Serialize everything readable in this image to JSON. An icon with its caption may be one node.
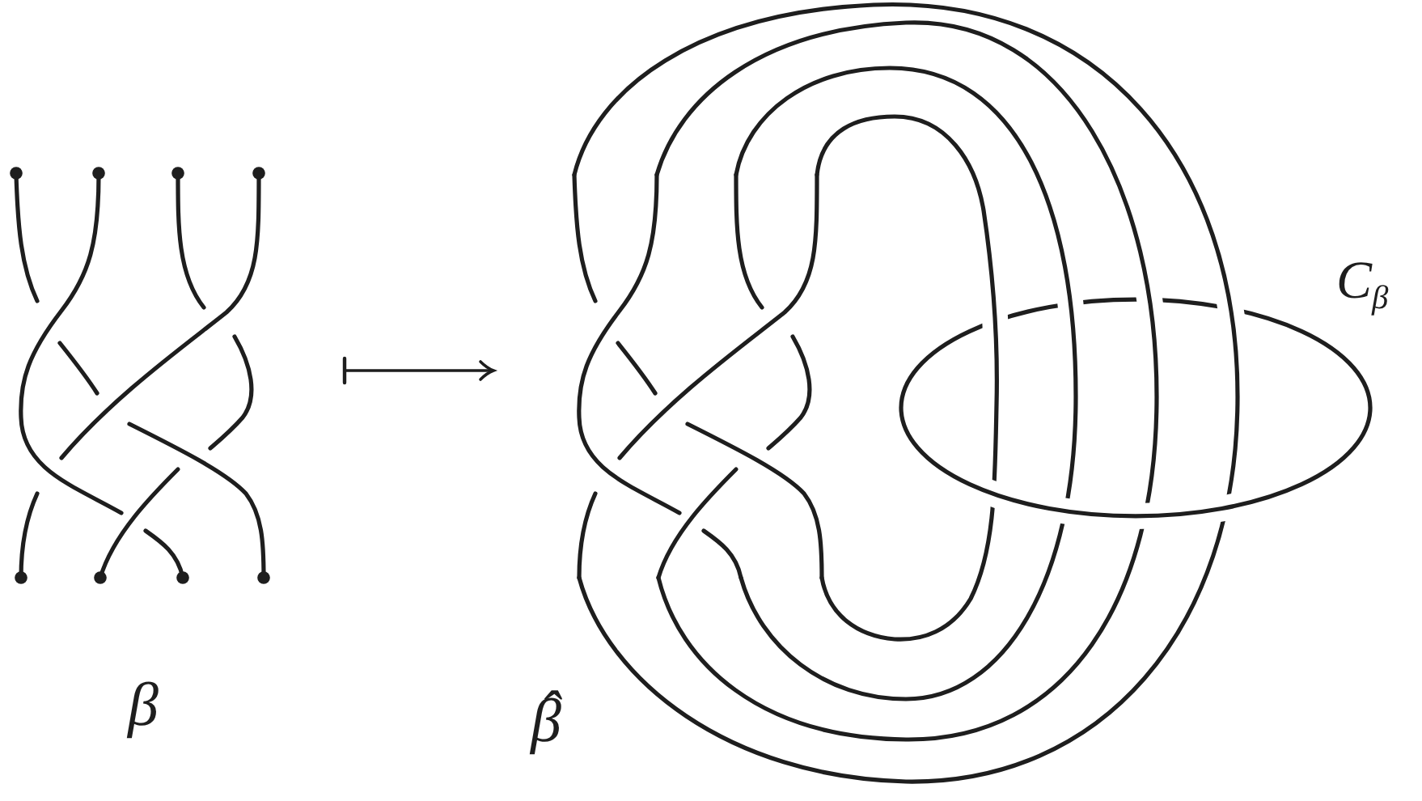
{
  "diagram": {
    "nodes": [
      {
        "text": [],
        "shape": "picture",
        "beside": [
          "β"
        ]
      },
      {
        "text": [],
        "shape": "picture",
        "beside": [
          "β̂"
        ]
      }
    ],
    "edges": [
      {
        "from": 0,
        "to": 1,
        "arrow": "to"
      }
    ],
    "labels": [
      "C$_{β}$"
    ]
  }
}
